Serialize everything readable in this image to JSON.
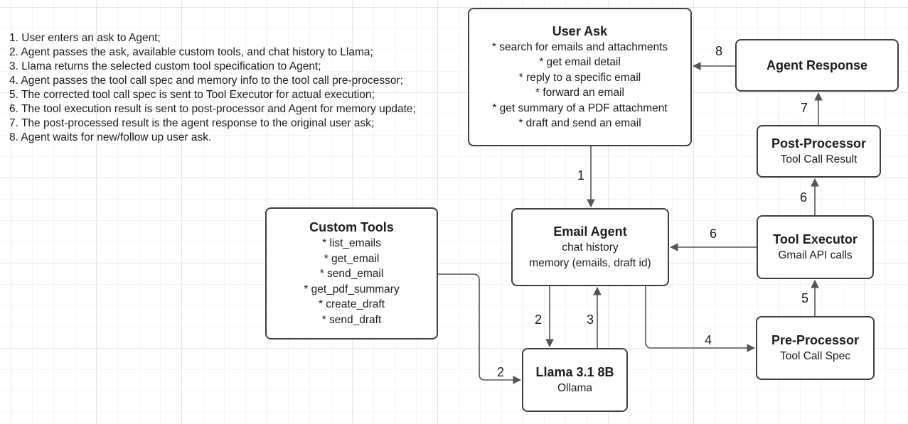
{
  "diagram": {
    "notes": [
      "1. User enters an ask to Agent;",
      "2. Agent passes the ask, available custom tools, and chat history to Llama;",
      "3. Llama returns the selected custom tool specification to Agent;",
      "4. Agent passes the tool call spec and memory info to the tool call pre-processor;",
      "5. The corrected tool call spec is sent to Tool Executor for actual execution;",
      "6. The tool execution result is sent to post-processor and Agent for memory update;",
      "7. The post-processed result is the agent response to the original user ask;",
      "8. Agent waits for new/follow up user ask."
    ],
    "nodes": {
      "user_ask": {
        "title": "User Ask",
        "lines": [
          "* search for emails and attachments",
          "* get email detail",
          "* reply to a specific email",
          "* forward an email",
          "* get summary of a PDF attachment",
          "* draft and send an email"
        ]
      },
      "agent_response": {
        "title": "Agent Response"
      },
      "post_processor": {
        "title": "Post-Processor",
        "subtitle": "Tool Call Result"
      },
      "tool_executor": {
        "title": "Tool Executor",
        "subtitle": "Gmail API calls"
      },
      "pre_processor": {
        "title": "Pre-Processor",
        "subtitle": "Tool Call Spec"
      },
      "email_agent": {
        "title": "Email Agent",
        "lines": [
          "chat history",
          "memory (emails, draft id)"
        ]
      },
      "custom_tools": {
        "title": "Custom Tools",
        "lines": [
          "* list_emails",
          "* get_email",
          "* send_email",
          "* get_pdf_summary",
          "* create_draft",
          "* send_draft"
        ]
      },
      "llama": {
        "title": "Llama 3.1 8B",
        "subtitle": "Ollama"
      }
    },
    "edge_labels": {
      "s1": "1",
      "s2a": "2",
      "s2b": "2",
      "s3": "3",
      "s4": "4",
      "s5": "5",
      "s6a": "6",
      "s6b": "6",
      "s7": "7",
      "s8": "8"
    },
    "colors": {
      "node_border": "#3b4045",
      "arrow": "#50565c",
      "text": "#1c1c1c",
      "grid_minor": "#f4f4f4",
      "grid_major": "#e6e6e6",
      "node_fill": "#ffffff"
    }
  }
}
